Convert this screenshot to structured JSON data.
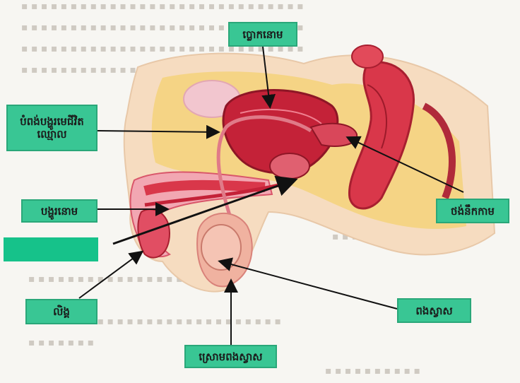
{
  "labels": {
    "top_center": "ប្លោកនោម",
    "left_upper": "បំពង់បង្ហូរមេជីវិតឈ្មោល",
    "right_middle": "ថង់នឹកកាម",
    "left_middle": "បង្ហូរនោម",
    "left_lower": "លិង្គ",
    "right_lower": "ពងស្វាស",
    "bottom_center": "ស្រោមពងស្វាស",
    "blank_answer": ""
  },
  "colors": {
    "label_fill": "#39c694",
    "blank_fill": "#16c28a",
    "arrow": "#111111",
    "tissue_red": "#d9374a",
    "tissue_pink": "#f2a7b2",
    "fat_yellow": "#f4d27a"
  }
}
